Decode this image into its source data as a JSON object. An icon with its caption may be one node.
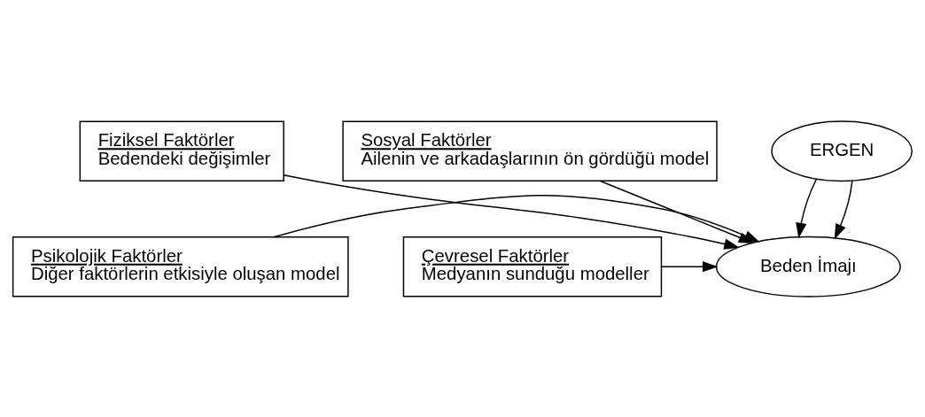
{
  "diagram": {
    "nodes": [
      {
        "text": [
          "Fiziksel Faktörler",
          "Bedendeki değişimler"
        ]
      },
      {
        "text": [
          "ERGEN"
        ]
      },
      {
        "text": [
          "Sosyal Faktörler",
          "Ailenin ve arkadaşlarının ön gördüğü model"
        ]
      },
      {
        "text": [
          "Psikolojik Faktörler",
          "Diğer faktörlerin etkisiyle oluşan model"
        ]
      },
      {
        "text": [
          "Beden İmajı"
        ]
      },
      {
        "text": [
          "Çevresel Faktörler",
          "Medyanın sunduğu modeller"
        ]
      }
    ],
    "edges": [
      {
        "from": 1,
        "to": 4,
        "arrow": "to"
      },
      {
        "from": 1,
        "to": 4,
        "arrow": "to"
      },
      {
        "from": 0,
        "to": 4,
        "arrow": "to"
      },
      {
        "from": 2,
        "to": 4,
        "arrow": "to"
      },
      {
        "from": 3,
        "to": 4,
        "arrow": "to"
      },
      {
        "from": 5,
        "to": 4,
        "arrow": "to"
      }
    ]
  }
}
